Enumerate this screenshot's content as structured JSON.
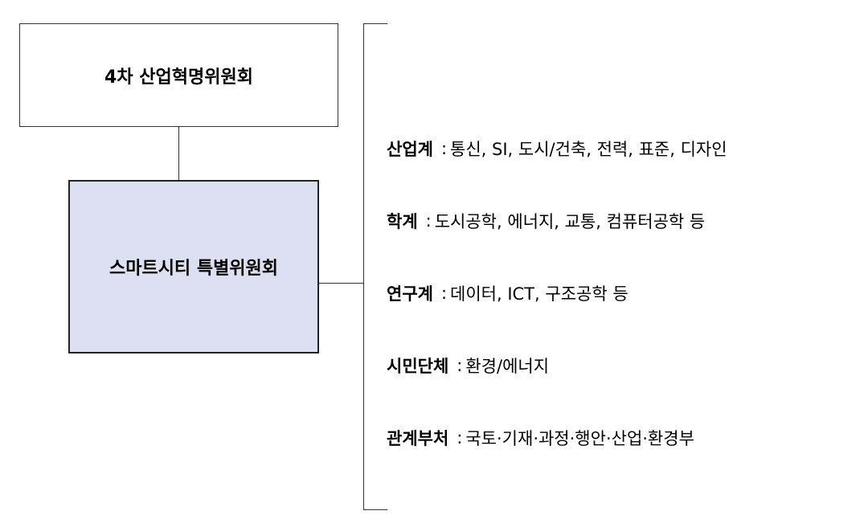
{
  "diagram": {
    "top_box_label": "4차 산업혁명위원회",
    "main_box_label": "스마트시티 특별위원회",
    "separator": ":",
    "members": [
      {
        "label": "산업계",
        "detail": "통신, SI, 도시/건축, 전력, 표준, 디자인"
      },
      {
        "label": "학계",
        "detail": "도시공학, 에너지, 교통, 컴퓨터공학 등"
      },
      {
        "label": "연구계",
        "detail": "데이터, ICT, 구조공학 등"
      },
      {
        "label": "시민단체",
        "detail": "환경/에너지"
      },
      {
        "label": "관계부처",
        "detail": "국토·기재·과정·행안·산업·환경부"
      }
    ]
  }
}
